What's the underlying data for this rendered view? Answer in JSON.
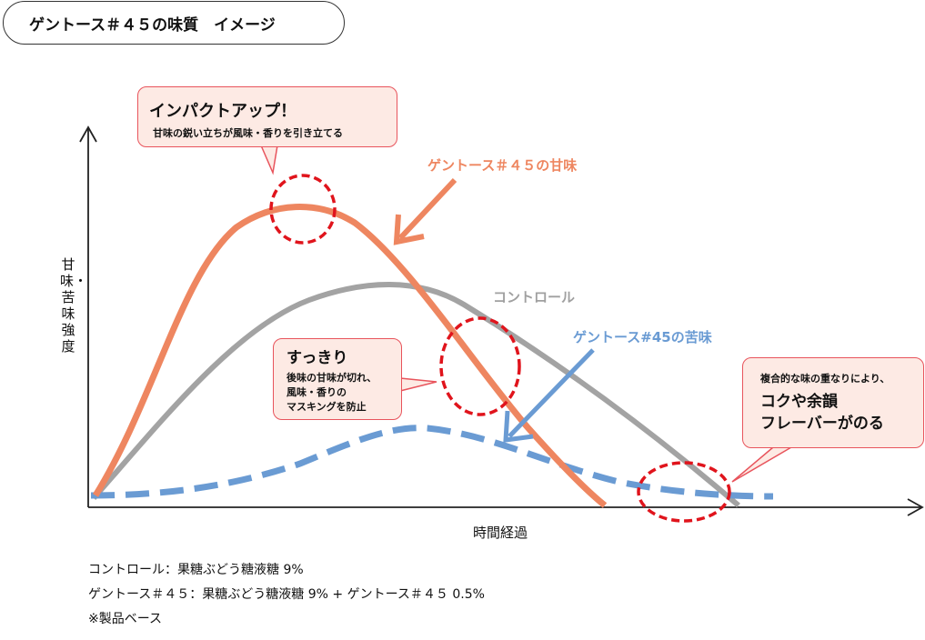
{
  "title": "ゲントース＃４５の味質　イメージ",
  "axes": {
    "y_label": "甘味・苦味強度",
    "x_label": "時間経過"
  },
  "series": [
    {
      "name": "ゲントース＃４５の甘味",
      "color": "#ee8660"
    },
    {
      "name": "コントロール",
      "color": "#a0a0a0"
    },
    {
      "name": "ゲントース#45の苦味",
      "color": "#6a9bd3"
    }
  ],
  "callouts": {
    "impact": {
      "heading": "インパクトアップ！",
      "body": "甘味の鋭い立ちが風味・香りを引き立てる"
    },
    "clean": {
      "heading": "すっきり",
      "body_lines": [
        "後味の甘味が切れ、",
        "風味・香りの",
        "マスキングを防止"
      ]
    },
    "kokumi": {
      "intro": "複合的な味の重なりにより、",
      "heading_lines": [
        "コクや余韻",
        "フレーバーがのる"
      ]
    }
  },
  "notes": [
    "コントロール：果糖ぶどう糖液糖 9%",
    "ゲントース＃４５：果糖ぶどう糖液糖 9% + ゲントース＃４５ 0.5%",
    "※製品ベース"
  ],
  "colors": {
    "highlight": "#e0141c",
    "callout_fill": "#fdeae4",
    "callout_border": "#e8545c"
  }
}
